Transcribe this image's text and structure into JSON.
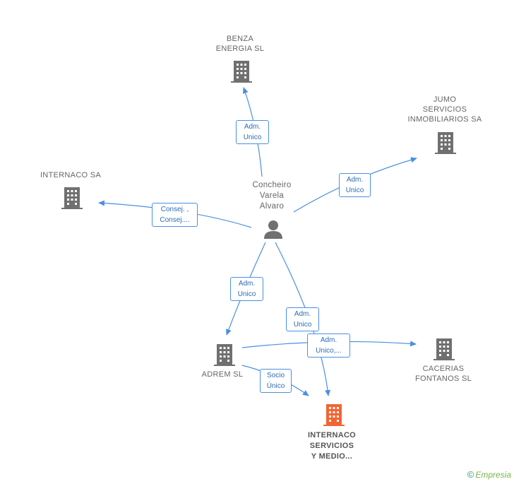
{
  "colors": {
    "edge": "#4a90e2",
    "building": "#707070",
    "building_highlight": "#f26532",
    "person": "#707070"
  },
  "nodes": {
    "benza": {
      "label": "BENZA\nENERGIA SL",
      "icon": "building-icon"
    },
    "jumo": {
      "label": "JUMO\nSERVICIOS\nINMOBILIARIOS SA",
      "icon": "building-icon"
    },
    "internaco_sa": {
      "label": "INTERNACO SA",
      "icon": "building-icon"
    },
    "person": {
      "label": "Concheiro\nVarela\nAlvaro",
      "icon": "person-icon"
    },
    "adrem": {
      "label": "ADREM SL",
      "icon": "building-icon"
    },
    "cacerias": {
      "label": "CACERIAS\nFONTANOS SL",
      "icon": "building-icon"
    },
    "internaco_servicios": {
      "label": "INTERNACO\nSERVICIOS\nY MEDIO...",
      "icon": "building-icon"
    }
  },
  "edges": {
    "to_benza": "Adm.\nUnico",
    "to_jumo": "Adm.\nUnico",
    "to_internaco_sa": "Consej. ,\nConsej....",
    "to_adrem": "Adm.\nUnico",
    "to_internaco_servicios": "Adm.\nUnico",
    "adrem_to_cacerias": "Adm.\nUnico,...",
    "adrem_to_internaco_servicios": "Socio\nÚnico"
  },
  "footer": {
    "copyright": "©",
    "brand": "Empresia"
  }
}
